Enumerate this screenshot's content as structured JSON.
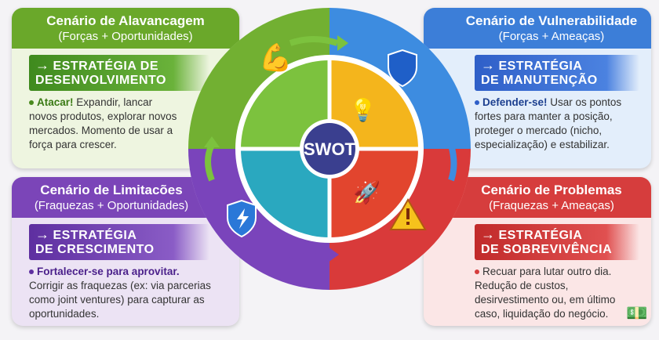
{
  "center": {
    "label": "SWOT"
  },
  "quadrants": [
    {
      "id": "tl",
      "title": "Cenário de Alavancagem",
      "subtitle": "(Forças + Oportunidades)",
      "strategy_line1": "ESTRATÉGIA DE",
      "strategy_line2": "DESENVOLVIMENTO",
      "lead": "Atacar!",
      "text": "Expandir, lancar novos produtos, explorar novos mercados. Momento de usar a força para crescer.",
      "color": "#6aa82a",
      "icon": "flexed-arm-icon"
    },
    {
      "id": "tr",
      "title": "Cenário de Vulnerabilidade",
      "subtitle": "(Forças + Ameaças)",
      "strategy_line1": "ESTRATÉGIA",
      "strategy_line2": "DE MANUTENÇÃO",
      "lead": "Defender-se!",
      "text": "Usar os pontos fortes para manter a posição, proteger o mercado (nicho, especialização) e estabilizar.",
      "color": "#3c7ed8",
      "icon": "shield-icon"
    },
    {
      "id": "bl",
      "title": "Cenário de Limitacões",
      "subtitle": "(Fraquezas + Oportunidades)",
      "strategy_line1": "ESTRATÉGIA",
      "strategy_line2": "DE CRESCIMENTO",
      "lead": "Fortalecer-se para aprovitar.",
      "text": "Corrigir as fraquezas (ex: via parcerias como joint ventures) para capturar as oportunidades.",
      "color": "#7b45b8",
      "icon": "lightning-shield-icon"
    },
    {
      "id": "br",
      "title": "Cenário de Problemas",
      "subtitle": "(Fraquezas + Ameaças)",
      "strategy_line1": "ESTRATÉGIA",
      "strategy_line2": "DE SOBREVIVÊNCIA",
      "lead": "Recuar para lutar outro dia.",
      "text": "Redução de custos, desirvestimento ou, em último caso, liquidação do negócio.",
      "color": "#d63d3d",
      "icon": "warning-icon"
    }
  ]
}
